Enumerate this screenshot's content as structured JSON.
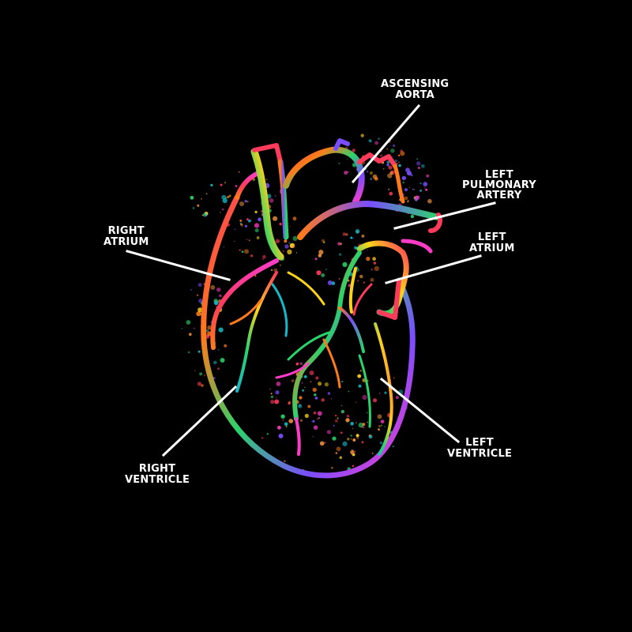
{
  "colors": {
    "background": "#000000",
    "label_text": "#ffffff",
    "leader_line": "#ffffff",
    "palette": [
      "#ff3b5c",
      "#ff7a1a",
      "#ffd21a",
      "#2bd36b",
      "#15b8c9",
      "#7a4dff",
      "#ff3cc7",
      "#ff9a3c"
    ]
  },
  "labels": {
    "ascending_aorta": [
      "ASCENSING",
      "AORTA"
    ],
    "left_pulmonary_artery": [
      "LEFT",
      "PULMONARY",
      "ARTERY"
    ],
    "right_atrium": [
      "RIGHT",
      "ATRIUM"
    ],
    "left_atrium": [
      "LEFT",
      "ATRIUM"
    ],
    "right_ventricle": [
      "RIGHT",
      "VENTRICLE"
    ],
    "left_ventricle": [
      "LEFT",
      "VENTRICLE"
    ]
  }
}
